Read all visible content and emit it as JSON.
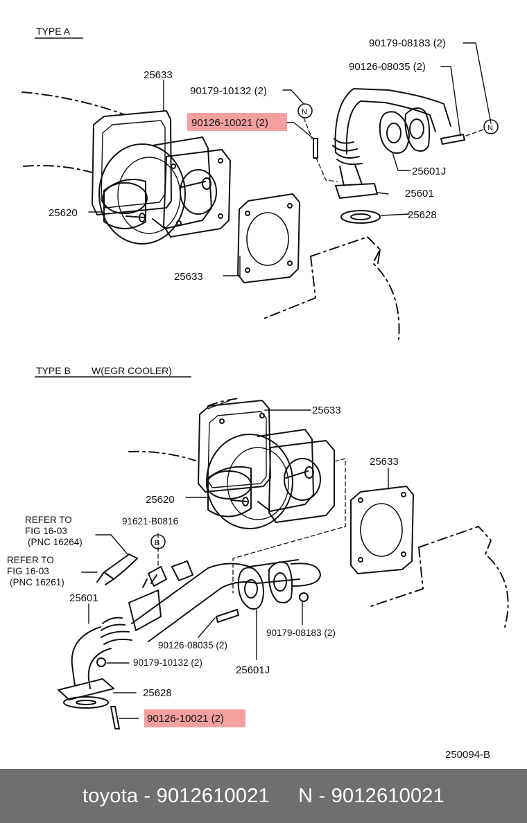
{
  "type_a": {
    "title": "TYPE A",
    "labels": {
      "l25633_top": "25633",
      "l90179_10132": "90179-10132 (2)",
      "l90126_10021": "90126-10021 (2)",
      "l90179_08183": "90179-08183 (2)",
      "l90126_08035": "90126-08035 (2)",
      "l25601j": "25601J",
      "l25601": "25601",
      "l25620": "25620",
      "l25628": "25628",
      "l25633_bottom": "25633"
    },
    "marker_n": "N"
  },
  "type_b": {
    "title": "TYPE B",
    "subtitle": "W(EGR COOLER)",
    "labels": {
      "l25633_a": "25633",
      "l25633_b": "25633",
      "l25620": "25620",
      "l91621": "91621-B0816",
      "l25601": "25601",
      "l90126_08035": "90126-08035 (2)",
      "l90179_08183": "90179-08183 (2)",
      "l90179_10132": "90179-10132 (2)",
      "l25601j": "25601J",
      "l25628": "25628",
      "l90126_10021": "90126-10021 (2)"
    },
    "refer1": [
      "REFER TO",
      "FIG 16-03",
      "(PNC 16264)"
    ],
    "refer2": [
      "REFER TO",
      "FIG 16-03",
      "(PNC 16261)"
    ],
    "marker_b": "B"
  },
  "diagram_id": "250094-B",
  "footer": "toyota - 9012610021     N - 9012610021",
  "colors": {
    "highlight": "#f4a0a0",
    "footer_bg": "#6f6f6f"
  }
}
